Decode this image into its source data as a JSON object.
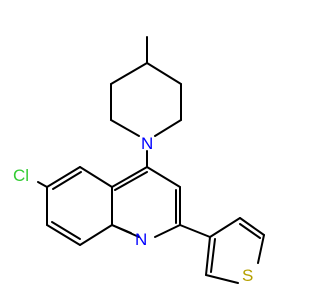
{
  "structure": {
    "atoms": {
      "cl": {
        "text": "Cl",
        "color": "#33cc33"
      },
      "n_pip": {
        "text": "N",
        "color": "#0000ff"
      },
      "n_quin": {
        "text": "N",
        "color": "#0000ff"
      },
      "s": {
        "text": "S",
        "color": "#b5a000"
      }
    },
    "bond_color": "#000000"
  }
}
